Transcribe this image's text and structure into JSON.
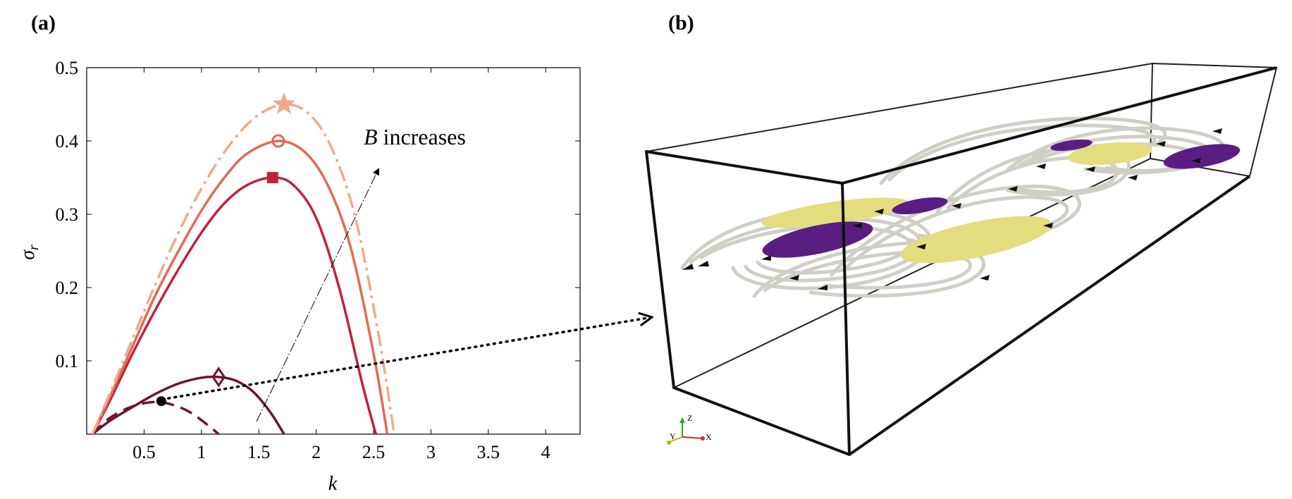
{
  "panel_a_label": "(a)",
  "panel_b_label": "(b)",
  "chart_data": {
    "type": "line",
    "xlabel": "k",
    "ylabel": "σ",
    "ylabel_sub": "r",
    "xlim": [
      0,
      4.3
    ],
    "ylim": [
      0,
      0.5
    ],
    "xticks": [
      0.5,
      1,
      1.5,
      2,
      2.5,
      3,
      3.5,
      4
    ],
    "xtick_labels": [
      "0.5",
      "1",
      "1.5",
      "2",
      "2.5",
      "3",
      "3.5",
      "4"
    ],
    "yticks": [
      0.1,
      0.2,
      0.3,
      0.4,
      0.5
    ],
    "ytick_labels": [
      "0.1",
      "0.2",
      "0.3",
      "0.4",
      "0.5"
    ],
    "grid": false,
    "annotation": {
      "math": "B",
      "text": " increases"
    },
    "series": [
      {
        "style": "dashed",
        "color": "#6e1430",
        "marker": "none",
        "x": [
          0.05,
          0.2,
          0.4,
          0.6,
          0.75,
          0.9,
          1.05,
          1.15
        ],
        "y": [
          0.0,
          0.022,
          0.038,
          0.044,
          0.04,
          0.03,
          0.013,
          0.0
        ]
      },
      {
        "style": "solid",
        "color": "#6e1430",
        "marker": "diamond",
        "peak": [
          1.15,
          0.078
        ],
        "x": [
          0.05,
          0.2,
          0.4,
          0.6,
          0.8,
          1.0,
          1.15,
          1.3,
          1.45,
          1.6,
          1.72
        ],
        "y": [
          0.0,
          0.018,
          0.037,
          0.055,
          0.069,
          0.077,
          0.078,
          0.073,
          0.058,
          0.03,
          0.0
        ]
      },
      {
        "style": "solid",
        "color": "#c0223b",
        "marker": "square",
        "peak": [
          1.62,
          0.35
        ],
        "x": [
          0.05,
          0.2,
          0.4,
          0.6,
          0.8,
          1.0,
          1.2,
          1.4,
          1.62,
          1.8,
          2.0,
          2.2,
          2.4,
          2.52
        ],
        "y": [
          0.0,
          0.045,
          0.11,
          0.17,
          0.225,
          0.275,
          0.315,
          0.34,
          0.35,
          0.34,
          0.295,
          0.2,
          0.07,
          0.0
        ]
      },
      {
        "style": "solid",
        "color": "#e06a55",
        "marker": "circle",
        "peak": [
          1.67,
          0.4
        ],
        "x": [
          0.05,
          0.2,
          0.4,
          0.6,
          0.8,
          1.0,
          1.2,
          1.4,
          1.67,
          1.9,
          2.1,
          2.3,
          2.5,
          2.62
        ],
        "y": [
          0.0,
          0.05,
          0.12,
          0.19,
          0.25,
          0.305,
          0.35,
          0.383,
          0.4,
          0.385,
          0.34,
          0.255,
          0.11,
          0.0
        ]
      },
      {
        "style": "dashdot",
        "color": "#f2a98a",
        "marker": "star",
        "peak": [
          1.72,
          0.45
        ],
        "x": [
          0.05,
          0.2,
          0.4,
          0.6,
          0.8,
          1.0,
          1.2,
          1.45,
          1.72,
          1.95,
          2.15,
          2.35,
          2.55,
          2.68
        ],
        "y": [
          0.0,
          0.055,
          0.13,
          0.205,
          0.275,
          0.335,
          0.385,
          0.43,
          0.45,
          0.435,
          0.385,
          0.29,
          0.13,
          0.0
        ]
      }
    ],
    "intersection_point": [
      0.65,
      0.045
    ]
  },
  "panel_b": {
    "axis_labels": {
      "z": "Z",
      "y": "Y",
      "x": "X"
    },
    "colors": {
      "streamline": "#dcdcd6",
      "positive": "#e8e28a",
      "negative": "#5a1e82",
      "box": "#111111"
    }
  }
}
